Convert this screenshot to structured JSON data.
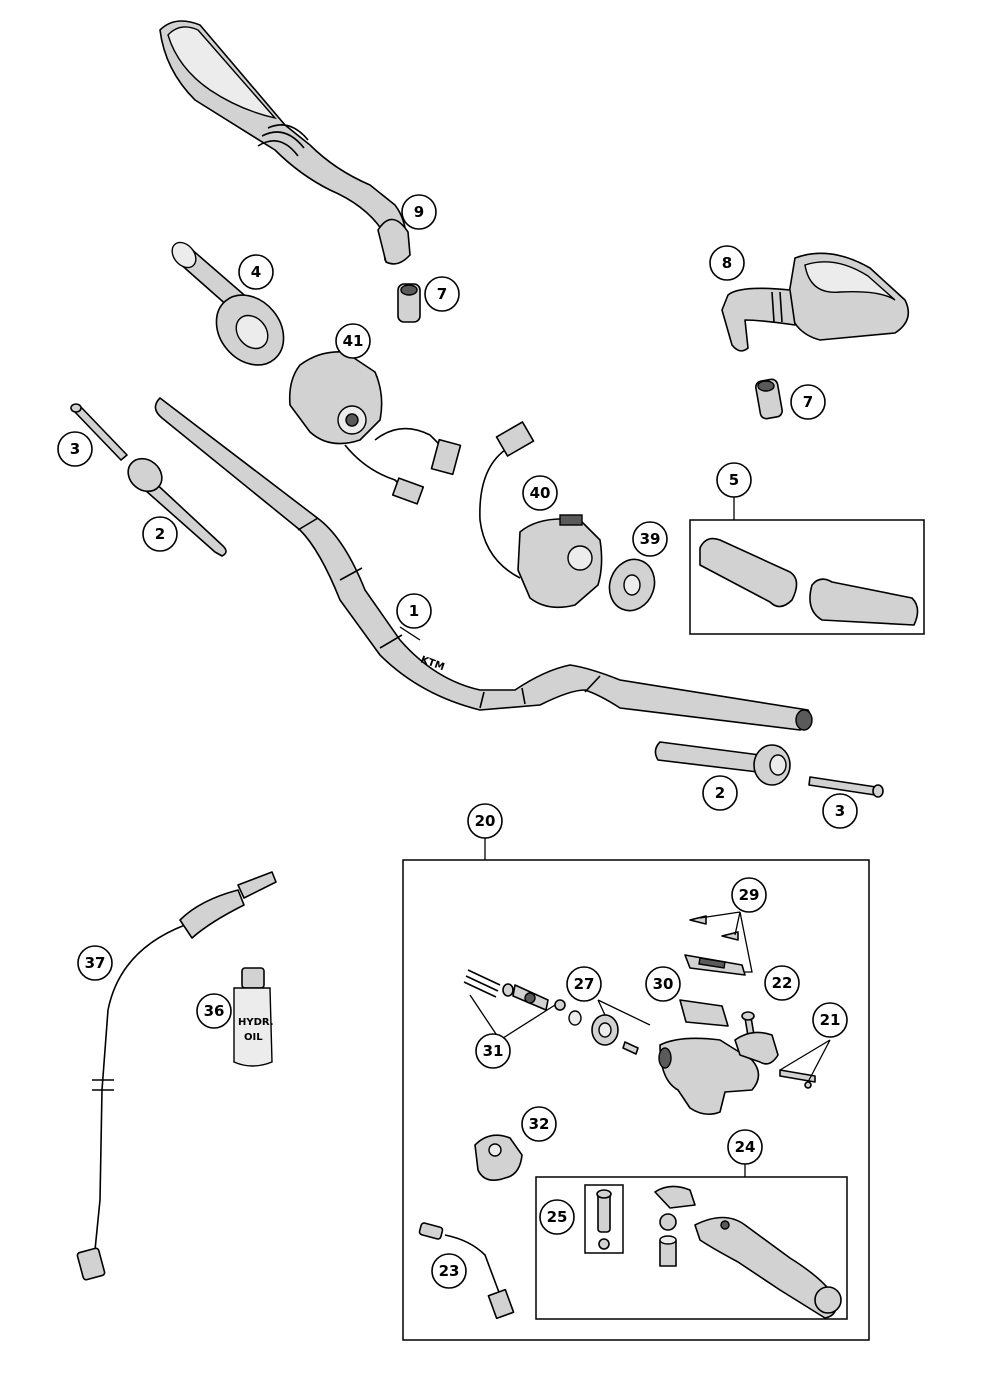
{
  "callouts": {
    "p1": "1",
    "p2a": "2",
    "p2b": "2",
    "p3a": "3",
    "p3b": "3",
    "p4": "4",
    "p5": "5",
    "p7a": "7",
    "p7b": "7",
    "p8": "8",
    "p9": "9",
    "p20": "20",
    "p21": "21",
    "p22": "22",
    "p23": "23",
    "p24": "24",
    "p25": "25",
    "p27": "27",
    "p29": "29",
    "p30": "30",
    "p31": "31",
    "p32": "32",
    "p36": "36",
    "p37": "37",
    "p39": "39",
    "p40": "40",
    "p41": "41"
  },
  "bottle_label": {
    "line1": "HYDR.",
    "line2": "OIL"
  }
}
